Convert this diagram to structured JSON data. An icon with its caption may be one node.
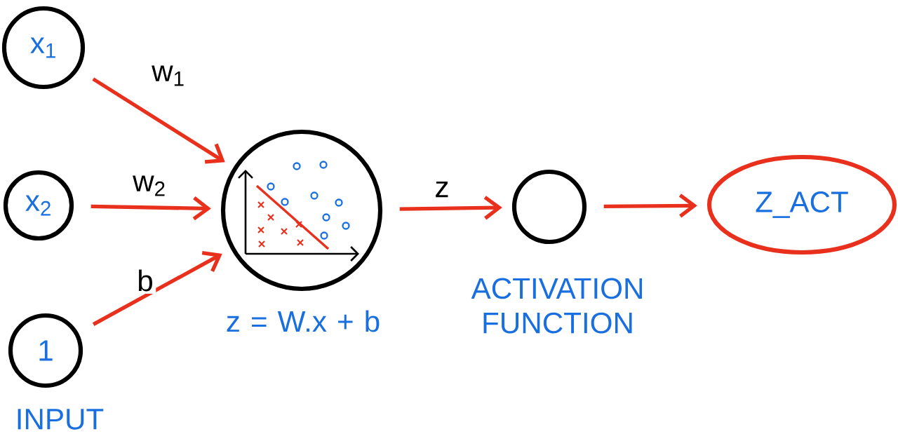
{
  "diagram": {
    "nodes": [
      {
        "text": [
          "x$_{1}$"
        ]
      },
      {
        "text": [
          "x$_{2}$"
        ]
      },
      {
        "text": [
          "1"
        ]
      },
      {
        "text": [],
        "shape": "circle",
        "beside": [
          "z = W.x + b"
        ]
      },
      {
        "text": [],
        "shape": "circle",
        "beside": [
          "ACTIVATION FUNCTION"
        ]
      },
      {
        "text": [
          "Z_ACT"
        ]
      }
    ],
    "edges": [
      {
        "from": 0,
        "to": 3,
        "arrow": "to",
        "label": "w$_{1}$"
      },
      {
        "from": 1,
        "to": 3,
        "arrow": "to",
        "label": "w$_{2}$"
      },
      {
        "from": 2,
        "to": 3,
        "arrow": "to",
        "label": "b"
      },
      {
        "from": 3,
        "to": 4,
        "arrow": "to",
        "label": "z"
      },
      {
        "from": 4,
        "to": 5,
        "arrow": "to"
      }
    ],
    "labels": [
      "INPUT"
    ]
  }
}
